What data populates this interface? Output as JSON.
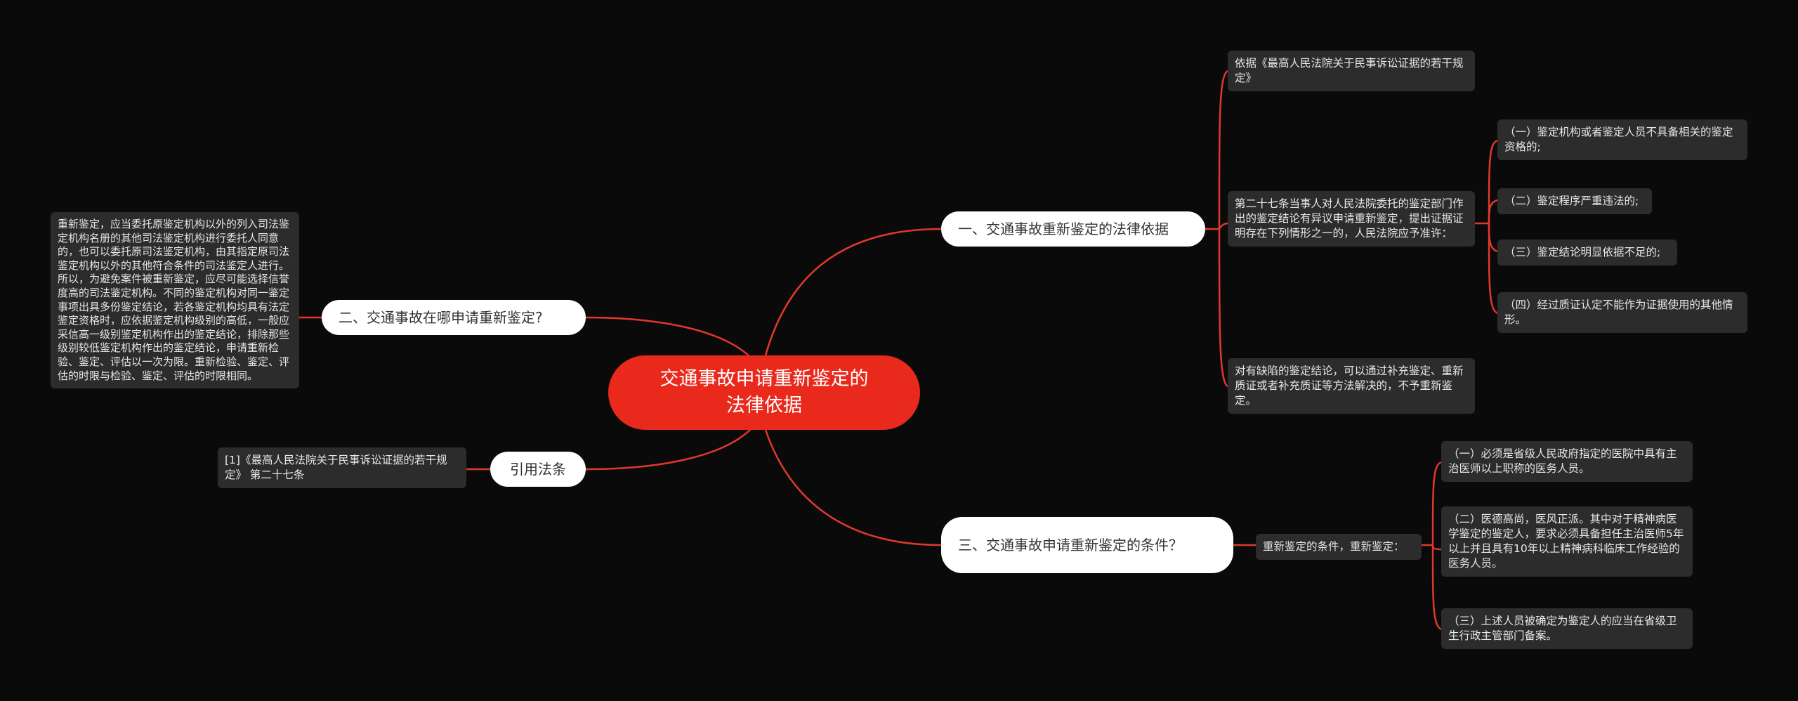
{
  "root": {
    "title": "交通事故申请重新鉴定的法律依据"
  },
  "topic1": {
    "title": "一、交通事故重新鉴定的法律依据",
    "basis": "依据《最高人民法院关于民事诉讼证据的若干规定》",
    "art27": "第二十七条当事人对人民法院委托的鉴定部门作出的鉴定结论有异议申请重新鉴定，提出证据证明存在下列情形之一的，人民法院应予准许：",
    "items": [
      "（一）鉴定机构或者鉴定人员不具备相关的鉴定资格的;",
      "（二）鉴定程序严重违法的;",
      "（三）鉴定结论明显依据不足的;",
      "（四）经过质证认定不能作为证据使用的其他情形。"
    ],
    "defect": "对有缺陷的鉴定结论，可以通过补充鉴定、重新质证或者补充质证等方法解决的，不予重新鉴定。"
  },
  "topic2": {
    "title": "二、交通事故在哪申请重新鉴定?",
    "detail": "重新鉴定，应当委托原鉴定机构以外的列入司法鉴定机构名册的其他司法鉴定机构进行委托人同意的，也可以委托原司法鉴定机构，由其指定原司法鉴定机构以外的其他符合条件的司法鉴定人进行。所以，为避免案件被重新鉴定，应尽可能选择信誉度高的司法鉴定机构。不同的鉴定机构对同一鉴定事项出具多份鉴定结论，若各鉴定机构均具有法定鉴定资格时，应依据鉴定机构级别的高低，一般应采信高一级别鉴定机构作出的鉴定结论，排除那些级别较低鉴定机构作出的鉴定结论，申请重新检验、鉴定、评估以一次为限。重新检验、鉴定、评估的时限与检验、鉴定、评估的时限相同。"
  },
  "topic3": {
    "title": "三、交通事故申请重新鉴定的条件？",
    "cond": "重新鉴定的条件，重新鉴定：",
    "items": [
      "（一）必须是省级人民政府指定的医院中具有主治医师以上职称的医务人员。",
      "（二）医德高尚，医风正派。其中对于精神病医学鉴定的鉴定人，要求必须具备担任主治医师5年以上并且具有10年以上精神病科临床工作经验的医务人员。",
      "（三）上述人员被确定为鉴定人的应当在省级卫生行政主管部门备案。"
    ]
  },
  "topic4": {
    "title": "引用法条",
    "ref": "[1]《最高人民法院关于民事诉讼证据的若干规定》 第二十七条"
  },
  "colors": {
    "background": "#0a0a0a",
    "root": "#e8291b",
    "edge": "#e0382c",
    "leaf": "#2c2c2c",
    "topic": "#ffffff"
  }
}
